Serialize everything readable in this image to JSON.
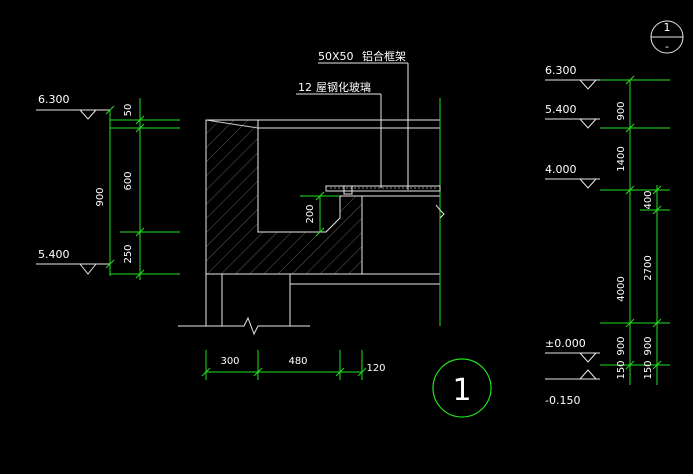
{
  "canvas": {
    "background": "#000000",
    "dim_color": "#22e01e",
    "text_color": "#ffffff",
    "line_color": "#e8e8e8"
  },
  "labels": {
    "frame_spec": "50X50",
    "frame_name": "铝合框架",
    "glass_spec": "12",
    "glass_name": "屋钢化玻璃"
  },
  "section_detail": {
    "callout_number": "1",
    "left_elevations": [
      "6.300",
      "5.400"
    ],
    "left_dims": [
      "50",
      "600",
      "250",
      "900"
    ],
    "inner_dim": "200",
    "bottom_dims": [
      "300",
      "480",
      "120"
    ]
  },
  "index_marker": {
    "top": "1",
    "bottom": "-"
  },
  "right_elevation": {
    "levels": [
      "6.300",
      "5.400",
      "4.000",
      "±0.000",
      "-0.150"
    ],
    "dims_col1": [
      "900",
      "1400",
      "4000",
      "900",
      "150"
    ],
    "dims_col2": [
      "400",
      "2700",
      "900",
      "150"
    ]
  }
}
